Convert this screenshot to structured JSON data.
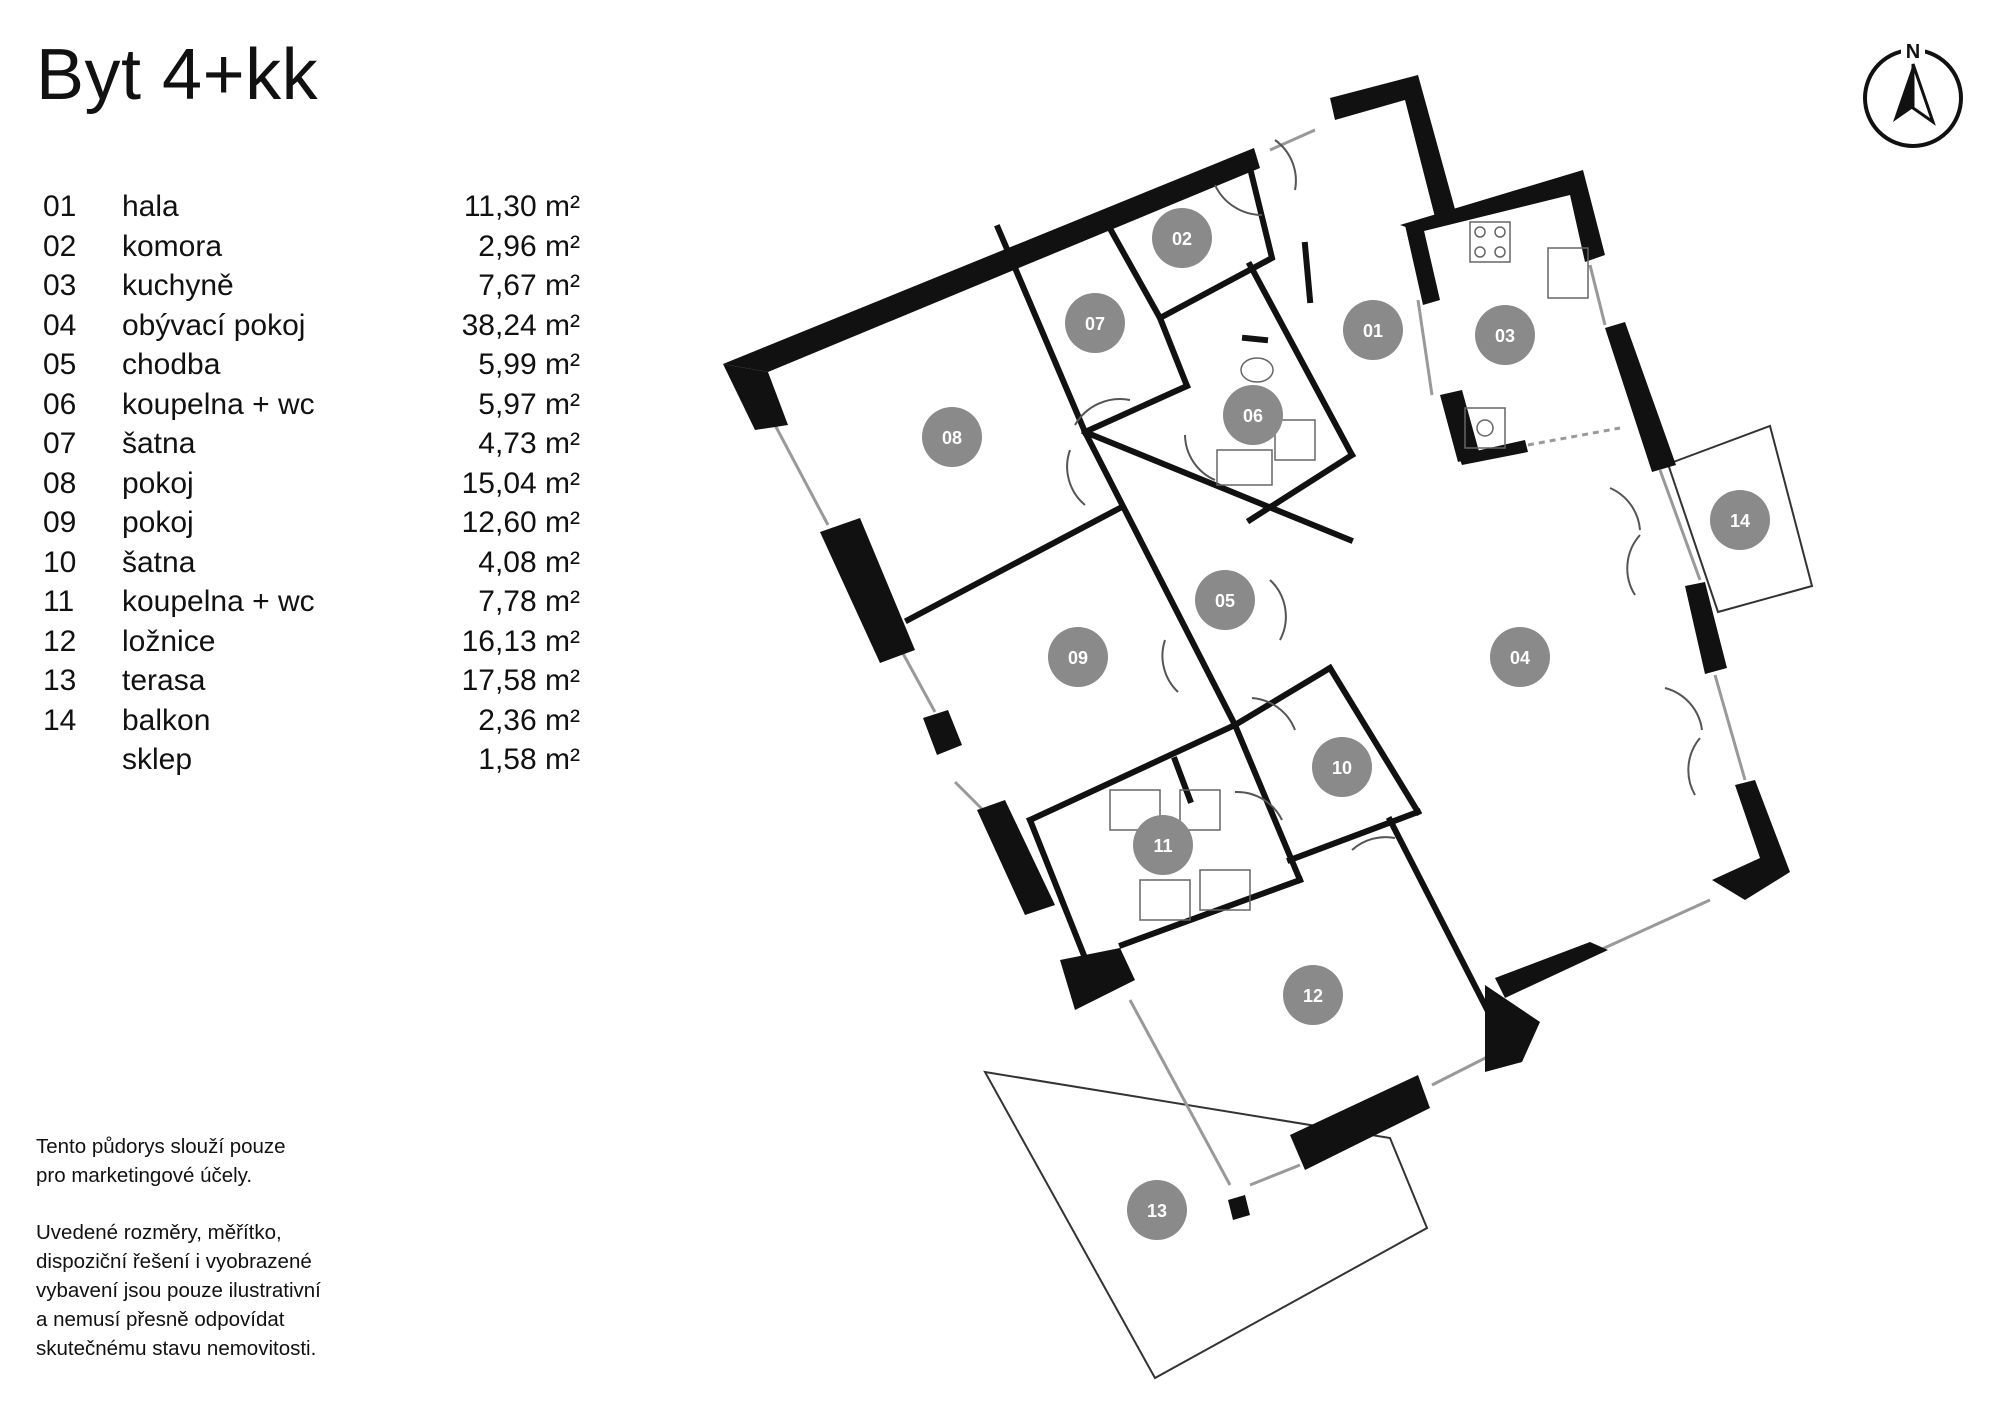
{
  "title": "Byt 4+kk",
  "rooms": [
    {
      "num": "01",
      "name": "hala",
      "area": "11,30 m²"
    },
    {
      "num": "02",
      "name": "komora",
      "area": "2,96 m²"
    },
    {
      "num": "03",
      "name": "kuchyně",
      "area": "7,67 m²"
    },
    {
      "num": "04",
      "name": "obývací pokoj",
      "area": "38,24 m²"
    },
    {
      "num": "05",
      "name": "chodba",
      "area": "5,99 m²"
    },
    {
      "num": "06",
      "name": "koupelna + wc",
      "area": "5,97 m²"
    },
    {
      "num": "07",
      "name": "šatna",
      "area": "4,73 m²"
    },
    {
      "num": "08",
      "name": "pokoj",
      "area": "15,04 m²"
    },
    {
      "num": "09",
      "name": "pokoj",
      "area": "12,60 m²"
    },
    {
      "num": "10",
      "name": "šatna",
      "area": "4,08 m²"
    },
    {
      "num": "11",
      "name": "koupelna + wc",
      "area": "7,78 m²"
    },
    {
      "num": "12",
      "name": "ložnice",
      "area": "16,13 m²"
    },
    {
      "num": "13",
      "name": "terasa",
      "area": "17,58 m²"
    },
    {
      "num": "14",
      "name": "balkon",
      "area": "2,36 m²"
    },
    {
      "num": "",
      "name": "sklep",
      "area": "1,58 m²"
    }
  ],
  "note": {
    "p1": "Tento půdorys slouží pouze\npro marketingové účely.",
    "p2": "Uvedené rozměry, měřítko,\ndispoziční řešení i vyobrazené\nvybavení jsou pouze ilustrativní\na nemusí přesně odpovídat\nskutečnému stavu nemovitosti."
  },
  "compass": {
    "label": "N",
    "icon": "north-arrow-icon"
  },
  "plan": {
    "badges": [
      "01",
      "02",
      "03",
      "04",
      "05",
      "06",
      "07",
      "08",
      "09",
      "10",
      "11",
      "12",
      "13",
      "14"
    ]
  },
  "colors": {
    "wall": "#111111",
    "badge": "#8a8a8a",
    "badge_text": "#ffffff"
  }
}
